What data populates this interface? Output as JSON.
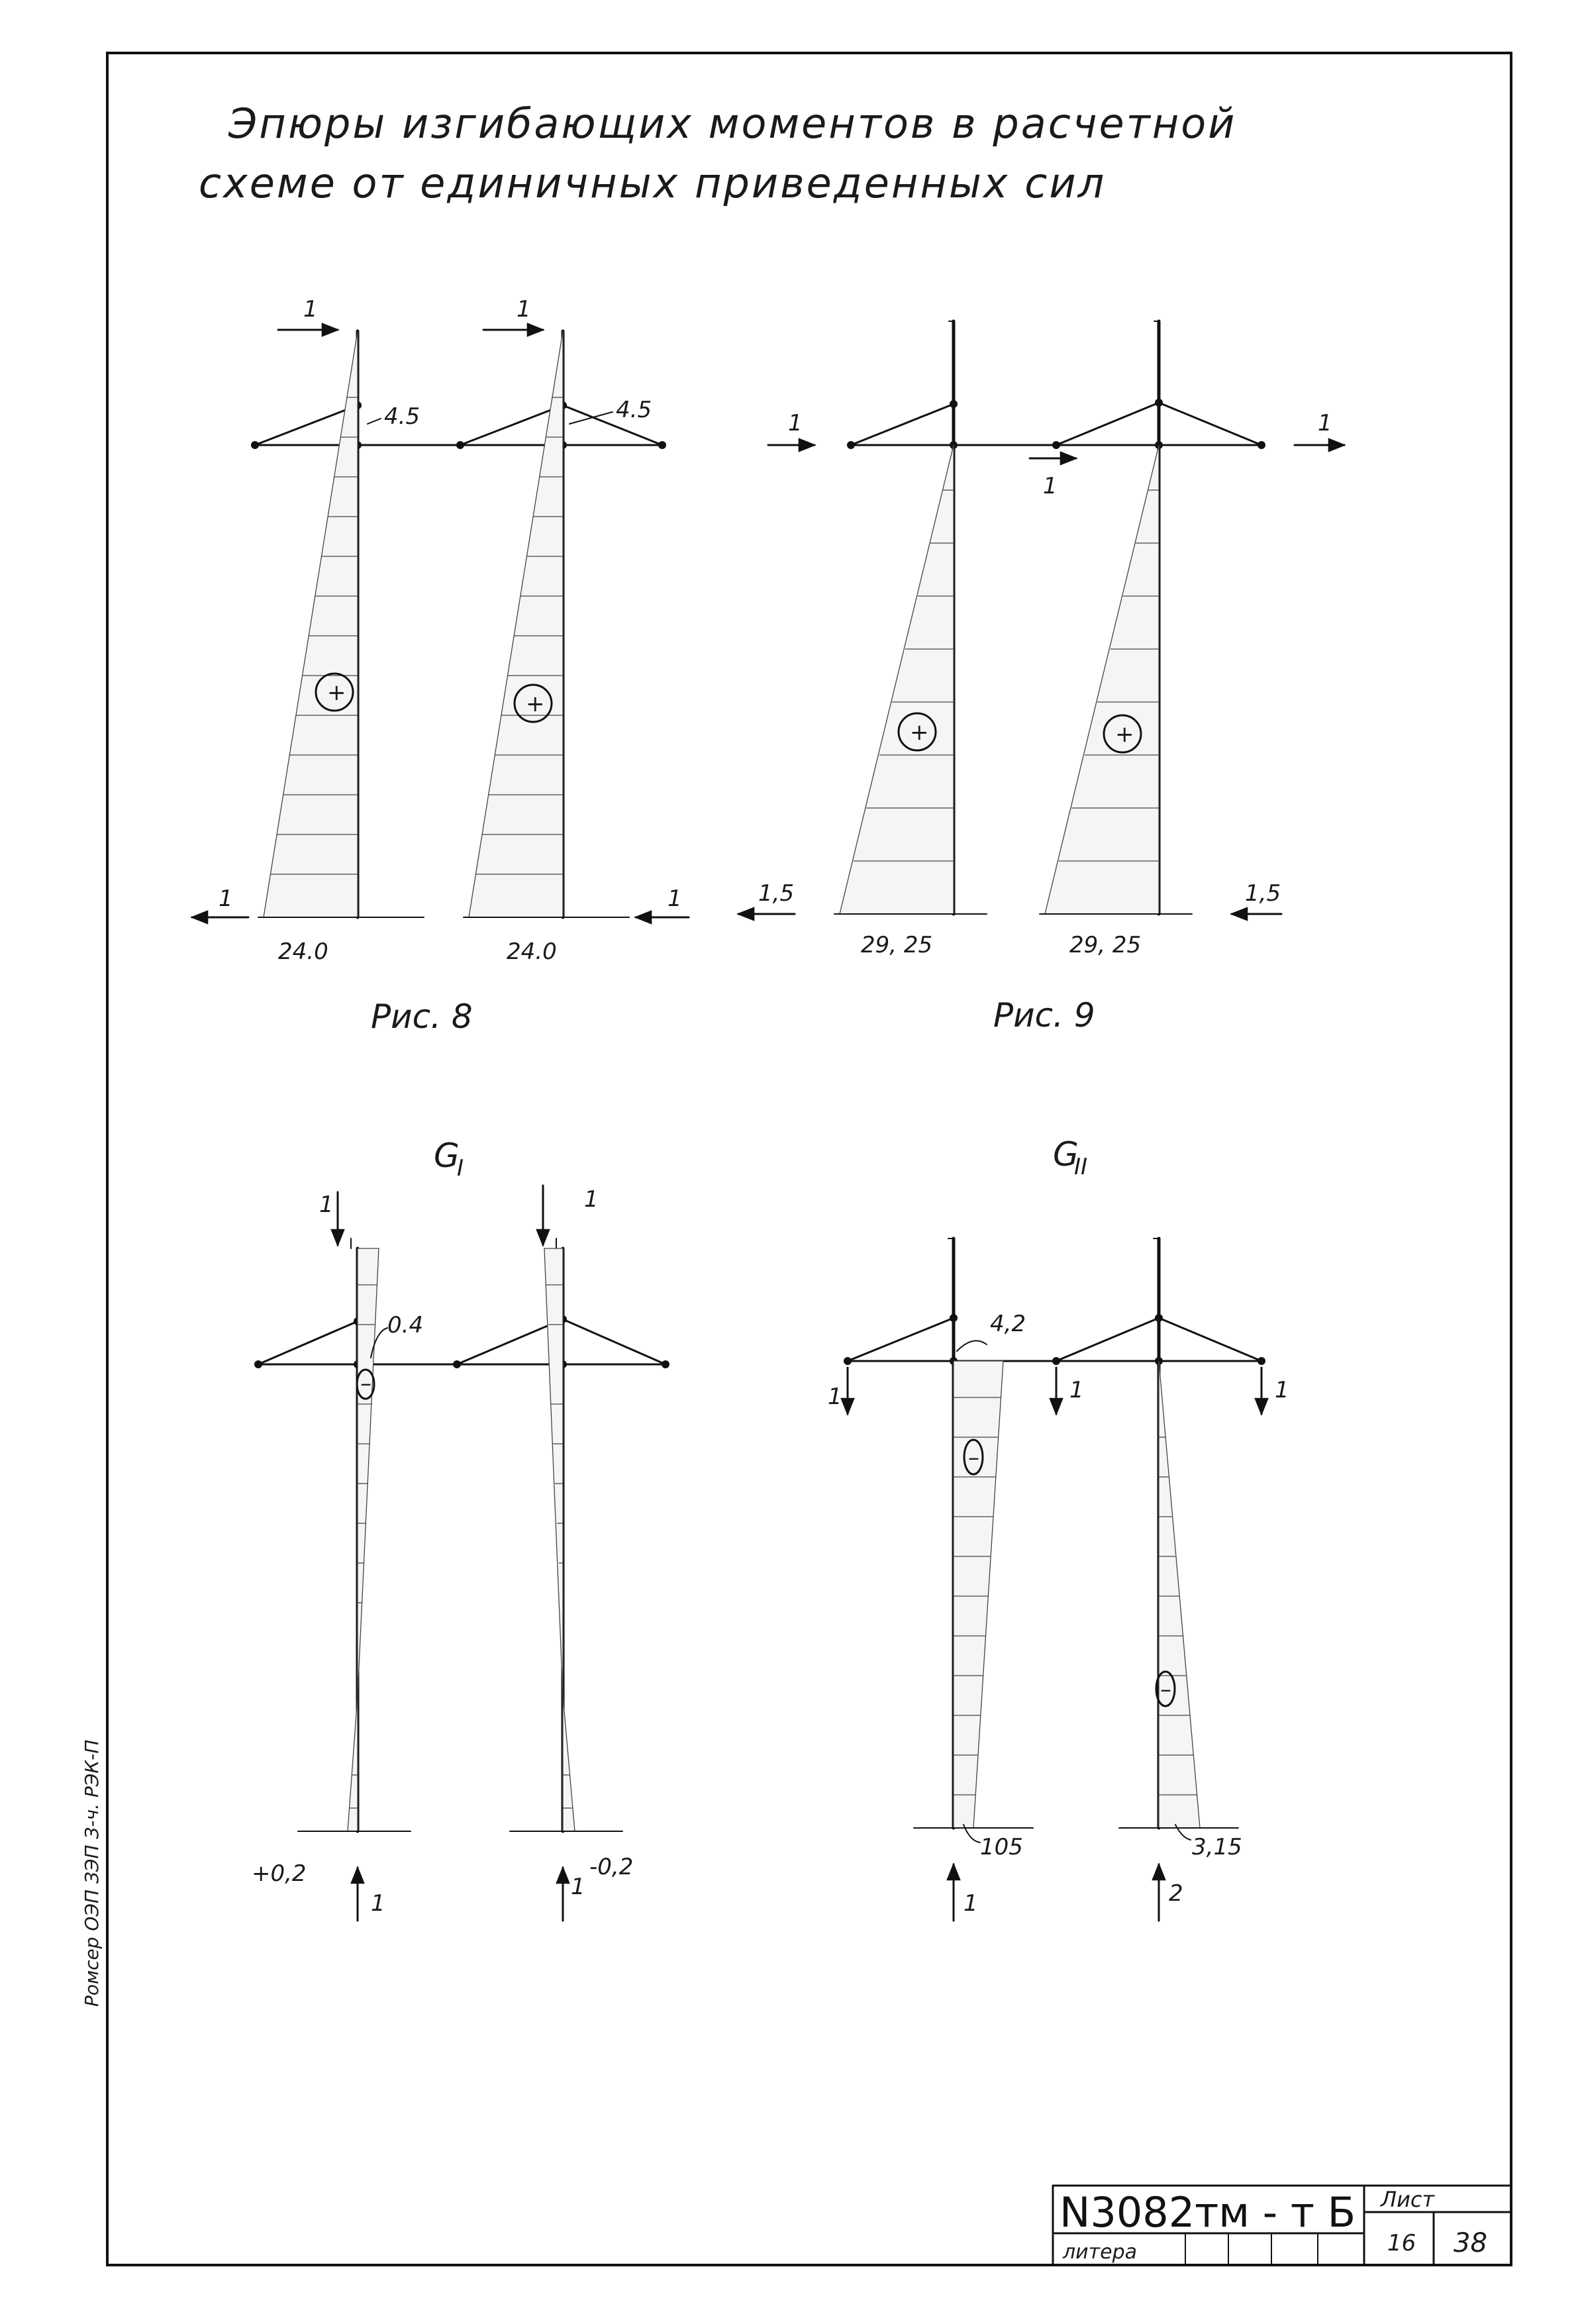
{
  "title": {
    "line1": "Эпюры изгибающих моментов в расчетной",
    "line2": "схеме от единичных приведенных сил"
  },
  "figures": {
    "fig8": {
      "caption": "Рис. 8",
      "left": {
        "top_force": "1",
        "bottom_force": "1",
        "top_value": "4.5",
        "base_value": "24.0",
        "sign": "+"
      },
      "right": {
        "top_force": "1",
        "bottom_force": "1",
        "top_value": "4.5",
        "base_value": "24.0",
        "sign": "+"
      }
    },
    "fig9": {
      "caption": "Рис. 9",
      "left_force": "1",
      "mid_force": "1",
      "right_force": "1",
      "left": {
        "bottom_force": "1,5",
        "base_value": "29, 25",
        "sign": "+"
      },
      "right": {
        "bottom_force": "1,5",
        "base_value": "29, 25",
        "sign": "+"
      }
    },
    "g1": {
      "label": "G",
      "subscript": "I",
      "left": {
        "top_force": "1",
        "top_value": "0.4",
        "sign": "–",
        "base_value": "+0,2",
        "reaction": "1"
      },
      "right": {
        "top_force": "1",
        "base_value": "-0,2",
        "reaction": "1"
      }
    },
    "g2": {
      "label": "G",
      "subscript": "II",
      "loads": [
        "1",
        "1",
        "1"
      ],
      "left": {
        "top_value": "4,2",
        "sign": "–",
        "base_value": "105",
        "reaction": "1"
      },
      "right": {
        "sign": "–",
        "base_value": "3,15",
        "reaction": "2"
      }
    }
  },
  "side_stamp": "Ромсер ОЭП ЗЭП З-ч. РЭК-П",
  "title_block": {
    "doc_number": "N3082тм - т Б",
    "sheet_label": "Лист",
    "liter_label": "литера",
    "sheet": "16",
    "total": "38"
  }
}
